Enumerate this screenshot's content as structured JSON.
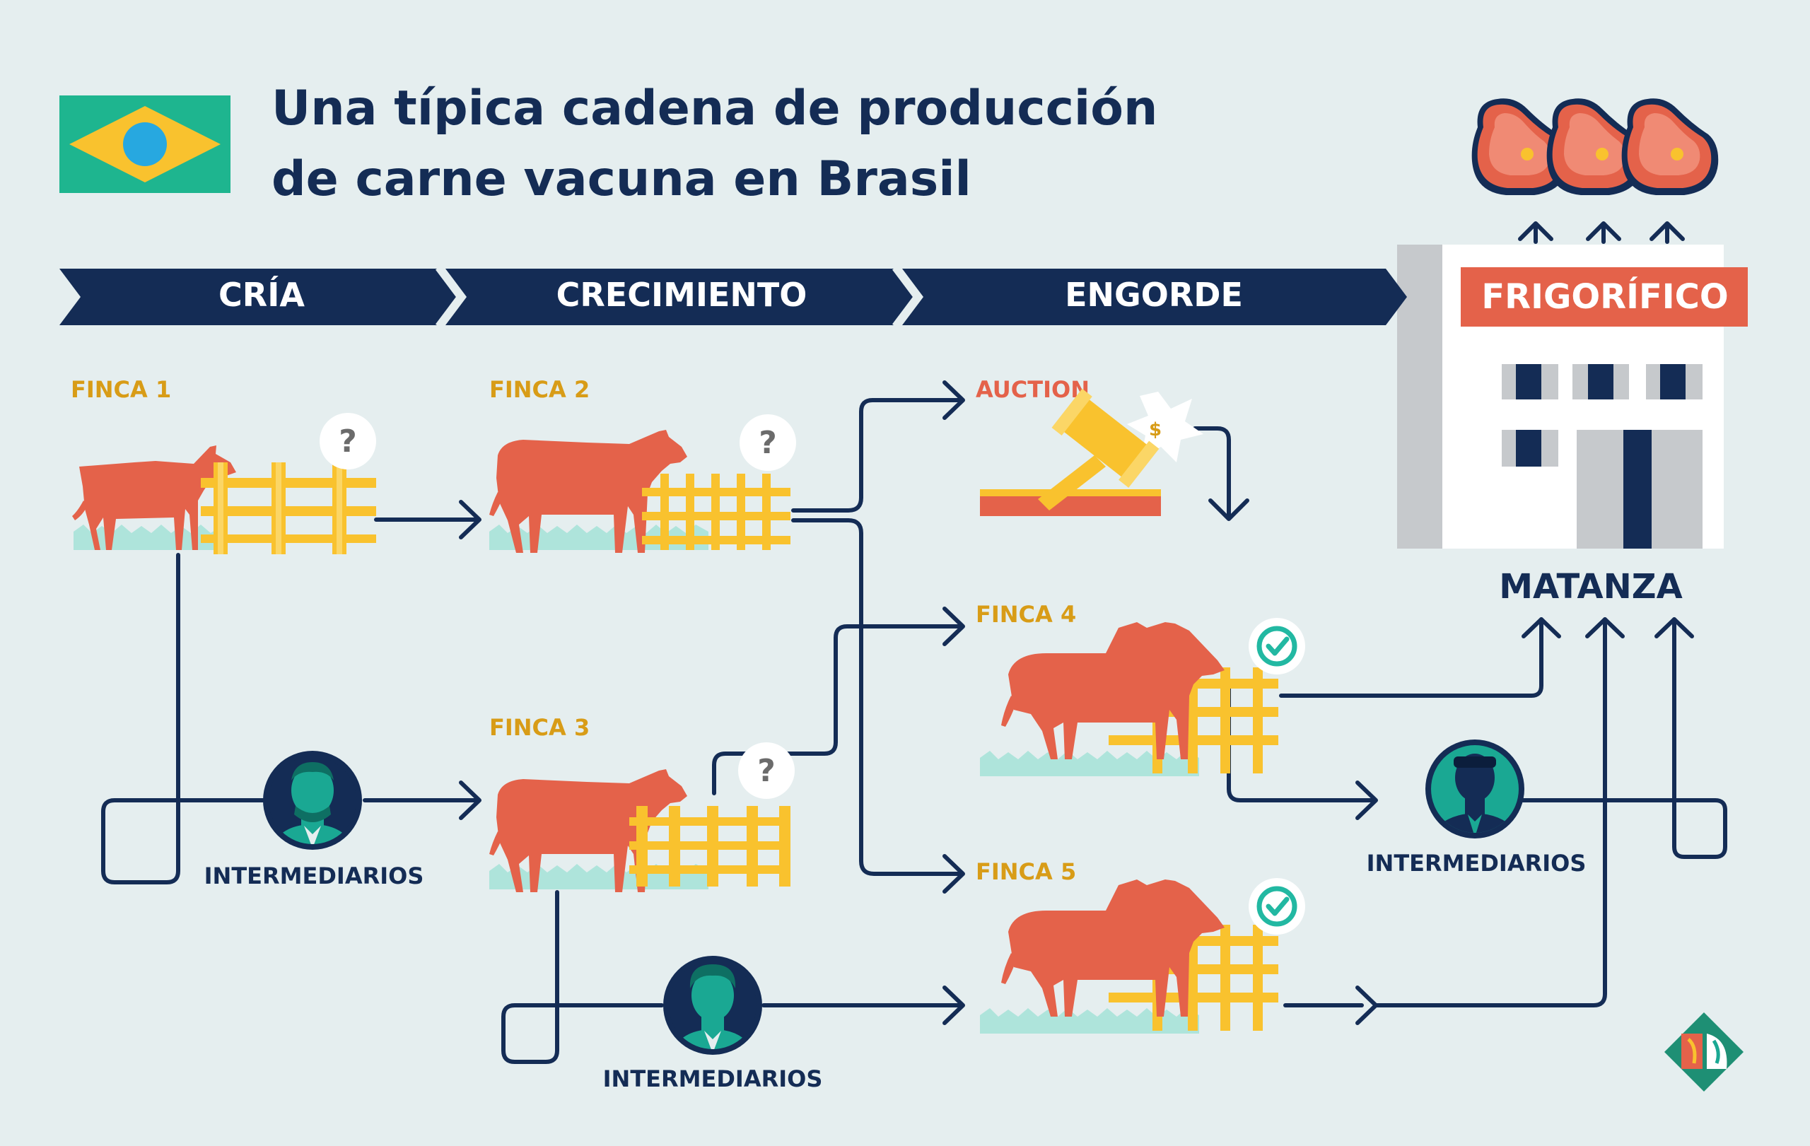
{
  "title": {
    "line1": "Una típica cadena de producción",
    "line2": "de carne vacuna en Brasil"
  },
  "stages": {
    "cria": "CRÍA",
    "crecimiento": "CRECIMIENTO",
    "engorde": "ENGORDE"
  },
  "slaughterhouse": {
    "label": "FRIGORÍFICO",
    "caption": "MATANZA"
  },
  "nodes": {
    "finca1": "FINCA 1",
    "finca2": "FINCA 2",
    "finca3": "FINCA 3",
    "finca4": "FINCA 4",
    "finca5": "FINCA 5",
    "auction": "AUCTION",
    "intermediary_1": "INTERMEDIARIOS",
    "intermediary_2": "INTERMEDIARIOS",
    "intermediary_3": "INTERMEDIARIOS"
  },
  "badges": {
    "question_mark": "?",
    "dollar": "$"
  },
  "icons": {
    "flag": "brazil-flag-icon",
    "meat": "meat-steak-icon",
    "cow": "cow-icon",
    "fence": "fence-icon",
    "gavel": "auction-gavel-icon",
    "person": "intermediary-person-icon",
    "unknown": "question-mark-icon",
    "verified": "check-circle-icon",
    "logo": "publisher-logo-icon"
  },
  "colors": {
    "navy": "#142c55",
    "background": "#e5eeef",
    "cow": "#e4624a",
    "fence": "#f9c22e",
    "farm_label": "#d89c17",
    "auction_label": "#e4624a",
    "grass": "#aee4db",
    "check": "#22b8a2",
    "teal": "#1aa893",
    "flag_green": "#1eb58f",
    "flag_yellow": "#f9c22e",
    "flag_blue": "#27a8e0"
  }
}
